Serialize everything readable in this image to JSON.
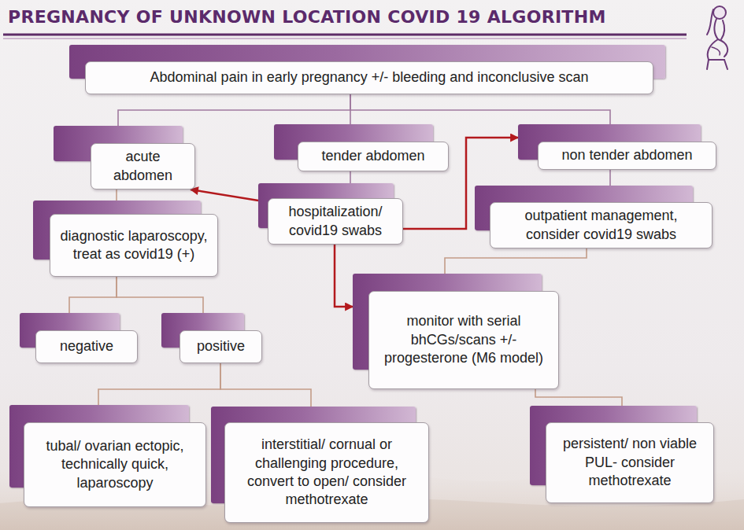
{
  "diagram": {
    "title": "PREGNANCY OF UNKNOWN LOCATION COVID 19 ALGORITHM",
    "nodes": [
      {
        "text": [
          "Abdominal pain in early pregnancy +/- bleeding and inconclusive scan"
        ]
      },
      {
        "text": [
          "acute abdomen"
        ]
      },
      {
        "text": [
          "tender abdomen"
        ]
      },
      {
        "text": [
          "non tender abdomen"
        ]
      },
      {
        "text": [
          "diagnostic laparoscopy, treat as covid19 (+)"
        ]
      },
      {
        "text": [
          "hospitalization/ covid19 swabs"
        ]
      },
      {
        "text": [
          "outpatient management, consider covid19 swabs"
        ]
      },
      {
        "text": [
          "monitor with serial bhCGs/scans +/- progesterone (M6 model)"
        ]
      },
      {
        "text": [
          "negative"
        ]
      },
      {
        "text": [
          "positive"
        ]
      },
      {
        "text": [
          "tubal/ ovarian ectopic, technically quick, laparoscopy"
        ]
      },
      {
        "text": [
          "interstitial/ cornual or challenging procedure, convert to open/ consider methotrexate"
        ]
      },
      {
        "text": [
          "persistent/ non viable PUL- consider methotrexate"
        ]
      }
    ],
    "edges": [
      {
        "from": 0,
        "to": 1,
        "arrow": "none"
      },
      {
        "from": 0,
        "to": 2,
        "arrow": "none"
      },
      {
        "from": 0,
        "to": 3,
        "arrow": "none"
      },
      {
        "from": 1,
        "to": 4,
        "arrow": "none"
      },
      {
        "from": 2,
        "to": 5,
        "arrow": "none"
      },
      {
        "from": 3,
        "to": 6,
        "arrow": "none"
      },
      {
        "from": 5,
        "to": 1,
        "arrow": "to"
      },
      {
        "from": 5,
        "to": 3,
        "arrow": "to"
      },
      {
        "from": 5,
        "to": 7,
        "arrow": "to"
      },
      {
        "from": 6,
        "to": 7,
        "arrow": "none"
      },
      {
        "from": 4,
        "to": 8,
        "arrow": "none"
      },
      {
        "from": 4,
        "to": 9,
        "arrow": "none"
      },
      {
        "from": 9,
        "to": 10,
        "arrow": "none"
      },
      {
        "from": 9,
        "to": 11,
        "arrow": "none"
      },
      {
        "from": 7,
        "to": 12,
        "arrow": "none"
      }
    ]
  }
}
